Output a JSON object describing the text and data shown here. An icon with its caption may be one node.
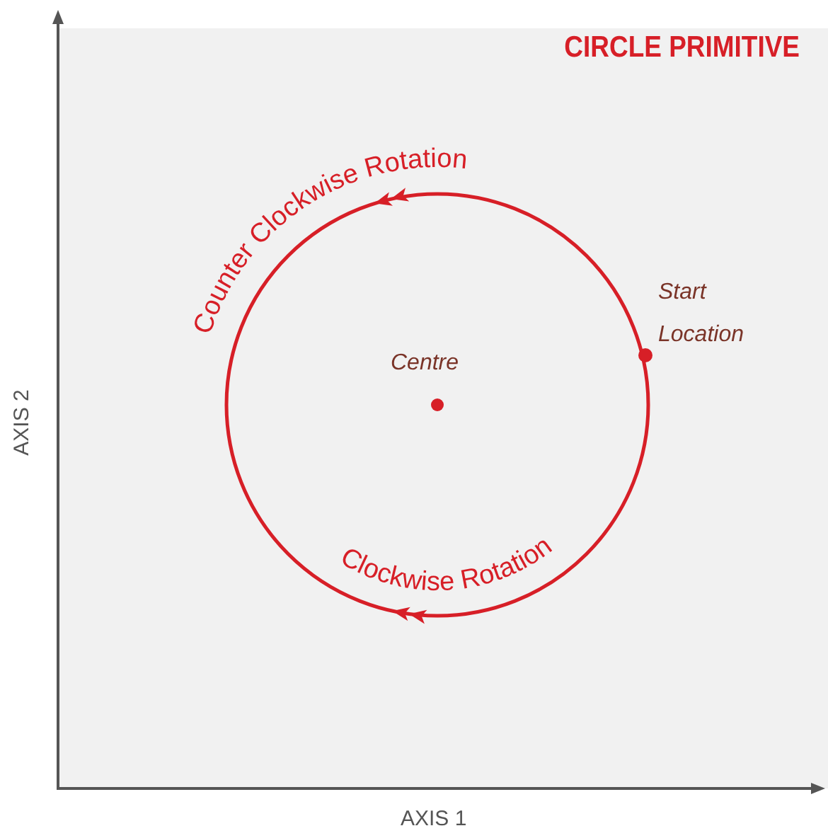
{
  "diagram": {
    "title": "CIRCLE PRIMITIVE",
    "labels": [
      "Counter Clockwise Rotation",
      "Start Location",
      "Centre",
      "Clockwise Rotation",
      "AXIS 2",
      "AXIS 1"
    ]
  }
}
